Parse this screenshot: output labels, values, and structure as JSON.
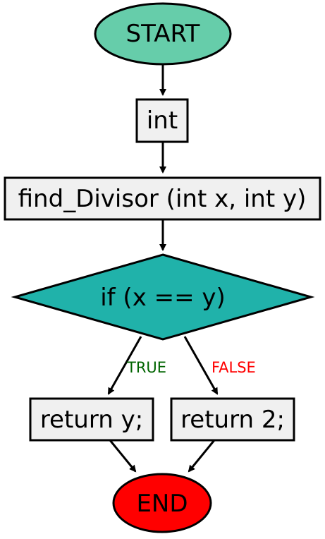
{
  "colors": {
    "start_fill": "#66cdaa",
    "process_fill": "#f0f0f0",
    "decision_fill": "#20b2aa",
    "end_fill": "#ff0000",
    "stroke": "#000000",
    "true_label": "#006400",
    "false_label": "#ff0000"
  },
  "nodes": {
    "start": "START",
    "return_type": "int",
    "function_signature": "find_Divisor (int x, int y)",
    "condition": "if (x == y)",
    "return_true": "return y;",
    "return_false": "return 2;",
    "end": "END"
  },
  "edges": {
    "true_label": "TRUE",
    "false_label": "FALSE"
  }
}
